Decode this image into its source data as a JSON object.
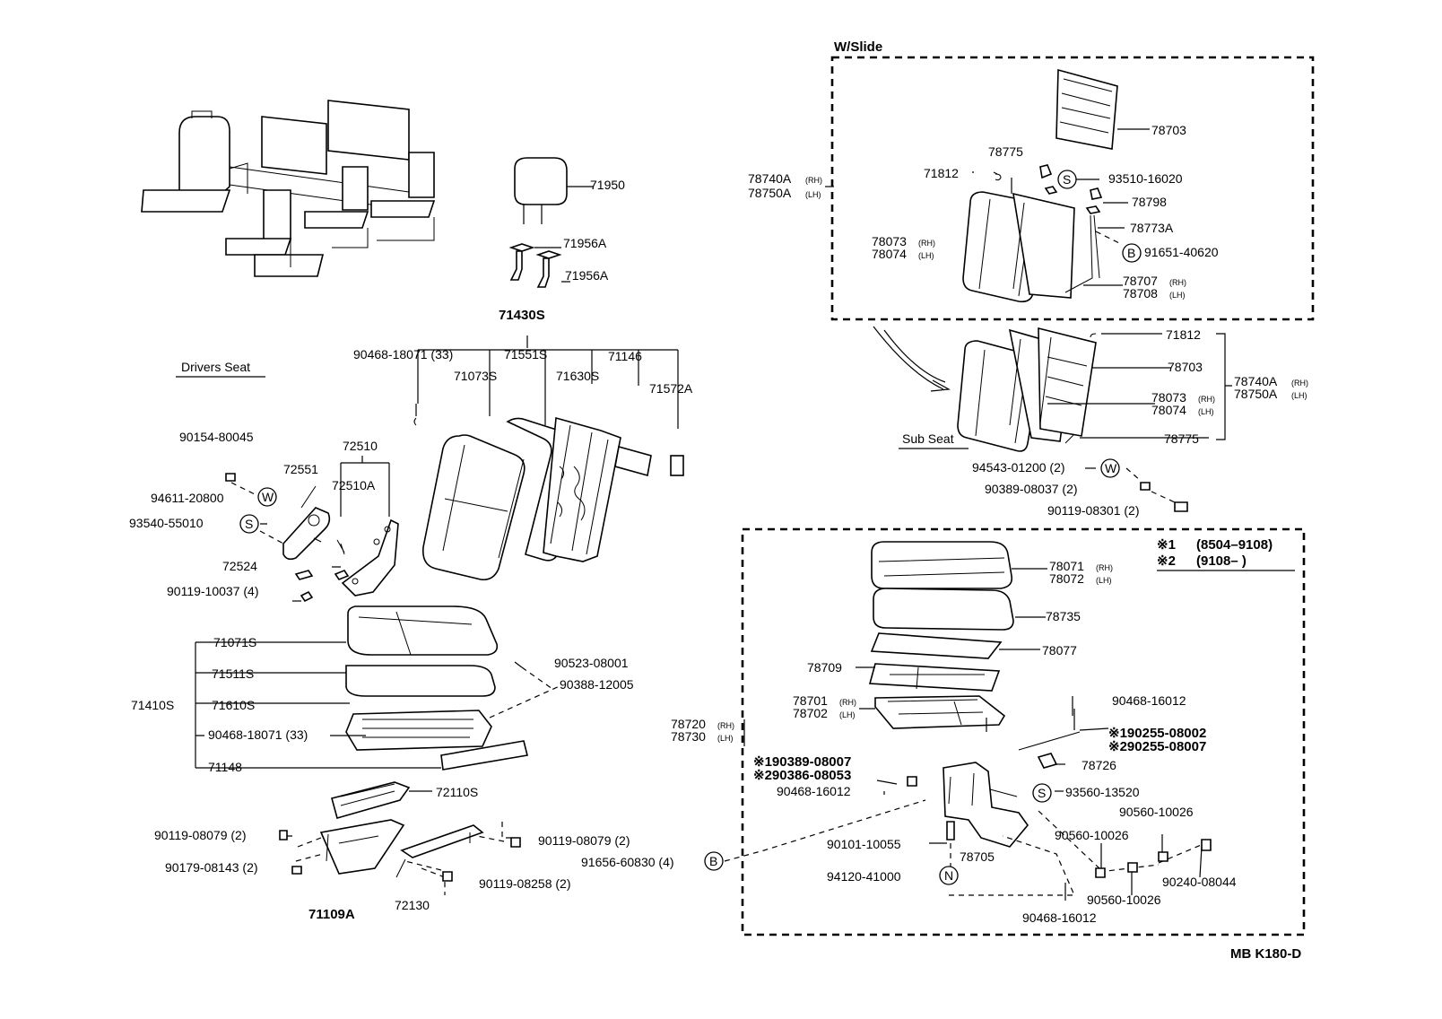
{
  "sections": {
    "w_slide": "W/Slide",
    "drivers_seat": "Drivers Seat",
    "sub_seat": "Sub Seat",
    "model_code": "MB K180-D"
  },
  "notes": {
    "n1_mark": "※1",
    "n1_range": "(8504–9108)",
    "n2_mark": "※2",
    "n2_range": "(9108–        )"
  },
  "symbols": {
    "w": "W",
    "s": "S",
    "b": "B",
    "n": "N"
  },
  "suffix": {
    "rh": "(RH)",
    "lh": "(LH)"
  },
  "parts": {
    "p71950": "71950",
    "p71956A_1": "71956A",
    "p71956A_2": "71956A",
    "p71430S": "71430S",
    "p90468_18071_a": "90468-18071 (33)",
    "p71551S": "71551S",
    "p71146": "71146",
    "p71073S": "71073S",
    "p71630S": "71630S",
    "p71572A": "71572A",
    "p90154_80045": "90154-80045",
    "p72510": "72510",
    "p72551": "72551",
    "p72510A": "72510A",
    "p94611_20800": "94611-20800",
    "p93540_55010": "93540-55010",
    "p72524": "72524",
    "p90119_10037": "90119-10037 (4)",
    "p71071S": "71071S",
    "p71511S": "71511S",
    "p71410S": "71410S",
    "p71610S": "71610S",
    "p90468_18071_b": "90468-18071 (33)",
    "p71148": "71148",
    "p90523_08001": "90523-08001",
    "p90388_12005": "90388-12005",
    "p72110S": "72110S",
    "p90119_08079_a": "90119-08079 (2)",
    "p90119_08079_b": "90119-08079 (2)",
    "p90179_08143": "90179-08143 (2)",
    "p91656_60830": "91656-60830 (4)",
    "p90119_08258": "90119-08258 (2)",
    "p71109A": "71109A",
    "p72130": "72130",
    "p78703_a": "78703",
    "p78775_a": "78775",
    "p71812_a": "71812",
    "p93510_16020": "93510-16020",
    "p78740A_a": "78740A",
    "p78750A_a": "78750A",
    "p78798": "78798",
    "p78773A": "78773A",
    "p78073_a": "78073",
    "p78074_a": "78074",
    "p91651_40620": "91651-40620",
    "p78707": "78707",
    "p78708": "78708",
    "p71812_b": "71812",
    "p78703_b": "78703",
    "p78740A_b": "78740A",
    "p78750A_b": "78750A",
    "p78073_b": "78073",
    "p78074_b": "78074",
    "p78775_b": "78775",
    "p94543_01200": "94543-01200 (2)",
    "p90389_08037": "90389-08037 (2)",
    "p90119_08301": "90119-08301 (2)",
    "p78071": "78071",
    "p78072": "78072",
    "p78735": "78735",
    "p78077": "78077",
    "p78709": "78709",
    "p78701": "78701",
    "p78702": "78702",
    "p78720": "78720",
    "p78730": "78730",
    "p90468_16012_a": "90468-16012",
    "p90255_08002": "※190255-08002",
    "p90255_08007": "※290255-08007",
    "p90389_08007": "※190389-08007",
    "p90386_08053": "※290386-08053",
    "p78726": "78726",
    "p90468_16012_b": "90468-16012",
    "p93560_13520": "93560-13520",
    "p90560_10026_a": "90560-10026",
    "p90560_10026_b": "90560-10026",
    "p90101_10055": "90101-10055",
    "p78705": "78705",
    "p94120_41000": "94120-41000",
    "p90240_08044": "90240-08044",
    "p90560_10026_c": "90560-10026",
    "p90468_16012_c": "90468-16012"
  }
}
